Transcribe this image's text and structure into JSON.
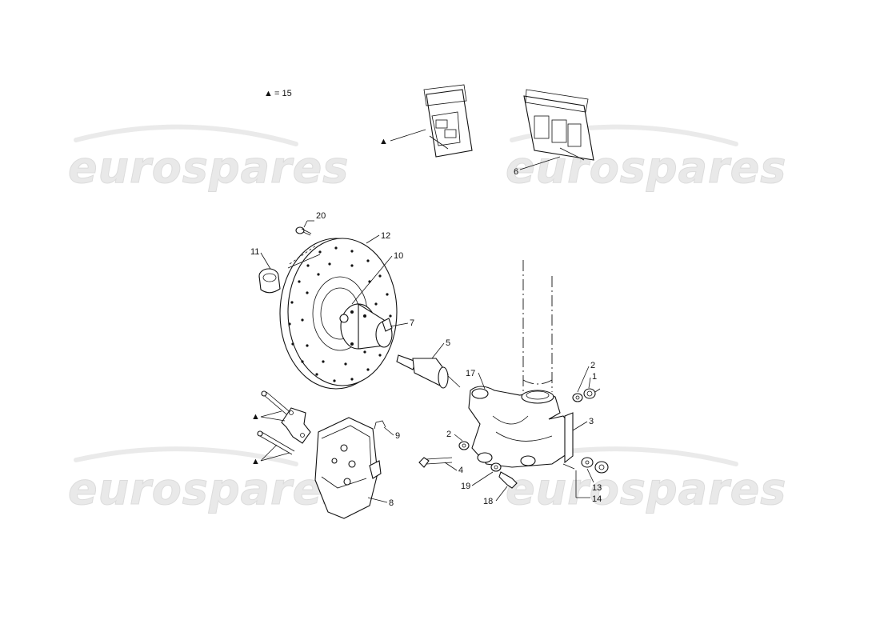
{
  "legend": {
    "symbol": "▲",
    "text": "= 15"
  },
  "watermark": {
    "text": "eurospares"
  },
  "callouts": {
    "c1": "1",
    "c2a": "2",
    "c2b": "2",
    "c3": "3",
    "c4": "4",
    "c5": "5",
    "c6": "6",
    "c7": "7",
    "c8": "8",
    "c9": "9",
    "c10": "10",
    "c11": "11",
    "c12": "12",
    "c13": "13",
    "c14": "14",
    "c17": "17",
    "c18": "18",
    "c19": "19",
    "c20": "20"
  },
  "markers": {
    "kit_marker": "▲",
    "pin_marker_upper": "▲",
    "pin_marker_lower": "▲"
  }
}
